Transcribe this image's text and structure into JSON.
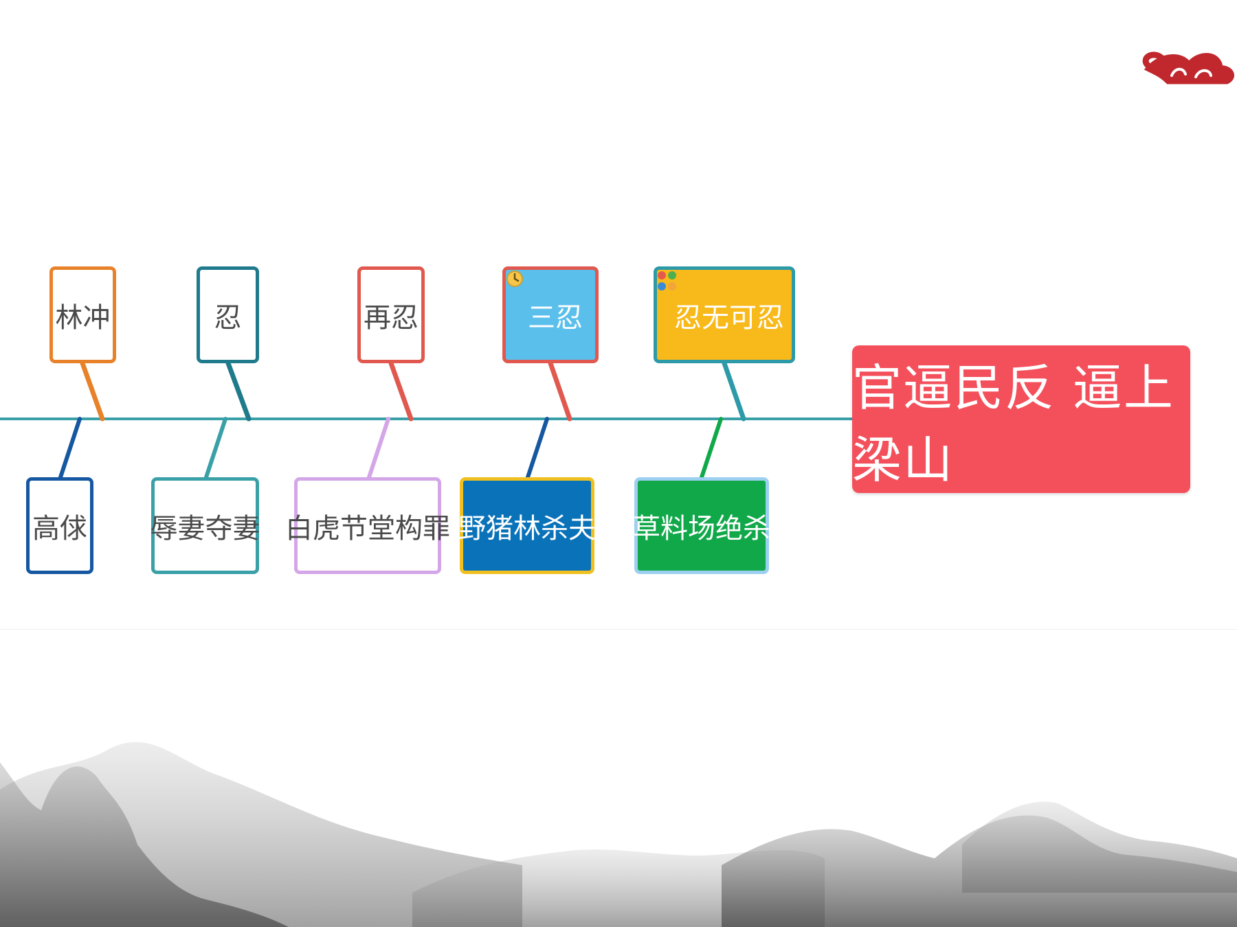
{
  "diagram": {
    "head": {
      "label": "官逼民反 逼上梁山",
      "color": "#f4505c"
    },
    "spine_color": "#3aa0a8",
    "top_nodes": [
      {
        "label": "林冲",
        "color": "#e8822a",
        "fill": "",
        "icon": ""
      },
      {
        "label": "忍",
        "color": "#1f7a8c",
        "fill": "",
        "icon": ""
      },
      {
        "label": "再忍",
        "color": "#e0584e",
        "fill": "",
        "icon": ""
      },
      {
        "label": "三忍",
        "color": "#e0584e",
        "fill": "#5bbfec",
        "icon": "clock-icon"
      },
      {
        "label": "忍无可忍",
        "color": "#2c9aa8",
        "fill": "#f8b91a",
        "icon": "priority-icon"
      }
    ],
    "bottom_nodes": [
      {
        "label": "高俅",
        "color": "#1557a0",
        "fill": ""
      },
      {
        "label": "辱妻夺妻",
        "color": "#3aa0a8",
        "fill": ""
      },
      {
        "label": "白虎节堂构罪",
        "color": "#d4a6e8",
        "fill": ""
      },
      {
        "label": "野猪林杀夫",
        "color": "#f0c020",
        "fill": "#0a72b8"
      },
      {
        "label": "草料场绝杀",
        "color": "#9dd0f0",
        "fill": "#11a84a"
      }
    ]
  },
  "decor": {
    "logo": "cloud-logo-icon",
    "logo_color": "#c0282e",
    "background": "ink-landscape-painting"
  }
}
